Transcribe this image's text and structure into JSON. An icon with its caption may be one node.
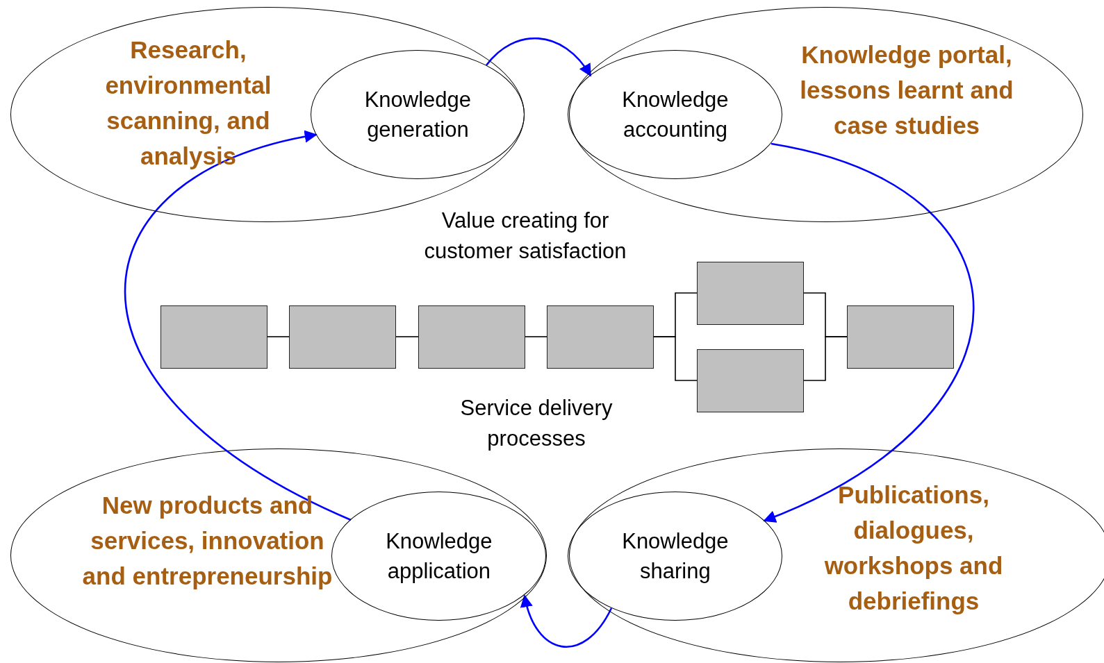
{
  "diagram": {
    "nodes": [
      {
        "text": [
          "Research, environmental scanning, and analysis"
        ]
      },
      {
        "text": [
          "Knowledge generation"
        ],
        "in": 0
      },
      {
        "text": [
          "Knowledge portal, lessons learnt and case studies"
        ]
      },
      {
        "text": [
          "Knowledge accounting"
        ],
        "in": 2
      },
      {
        "text": [],
        "shape": "box"
      },
      {
        "text": [],
        "shape": "box"
      },
      {
        "text": [],
        "shape": "box"
      },
      {
        "text": [],
        "shape": "box"
      },
      {
        "text": [],
        "shape": "box"
      },
      {
        "text": [],
        "shape": "box"
      },
      {
        "text": [],
        "shape": "box"
      },
      {
        "text": [
          "New products and services, innovation and entrepreneurship"
        ]
      },
      {
        "text": [
          "Knowledge application"
        ],
        "in": 11
      },
      {
        "text": [
          "Publications, dialogues, workshops and debriefings"
        ]
      },
      {
        "text": [
          "Knowledge sharing"
        ],
        "in": 13
      }
    ],
    "edges": [
      {
        "from": 1,
        "to": 3,
        "arrow": "to",
        "color": "#0000ff"
      },
      {
        "from": 3,
        "to": 14,
        "arrow": "to",
        "color": "#0000ff"
      },
      {
        "from": 14,
        "to": 12,
        "arrow": "to",
        "color": "#0000ff"
      },
      {
        "from": 12,
        "to": 1,
        "arrow": "to",
        "color": "#0000ff"
      },
      {
        "from": 4,
        "to": 5,
        "arrow": "none"
      },
      {
        "from": 5,
        "to": 6,
        "arrow": "none"
      },
      {
        "from": 6,
        "to": 7,
        "arrow": "none"
      },
      {
        "from": 7,
        "to": 8,
        "arrow": "none"
      },
      {
        "from": 7,
        "to": 9,
        "arrow": "none"
      },
      {
        "from": 8,
        "to": 10,
        "arrow": "none"
      },
      {
        "from": 9,
        "to": 10,
        "arrow": "none"
      }
    ],
    "labels": [
      "Value creating for customer satisfaction",
      "Service delivery processes"
    ]
  }
}
